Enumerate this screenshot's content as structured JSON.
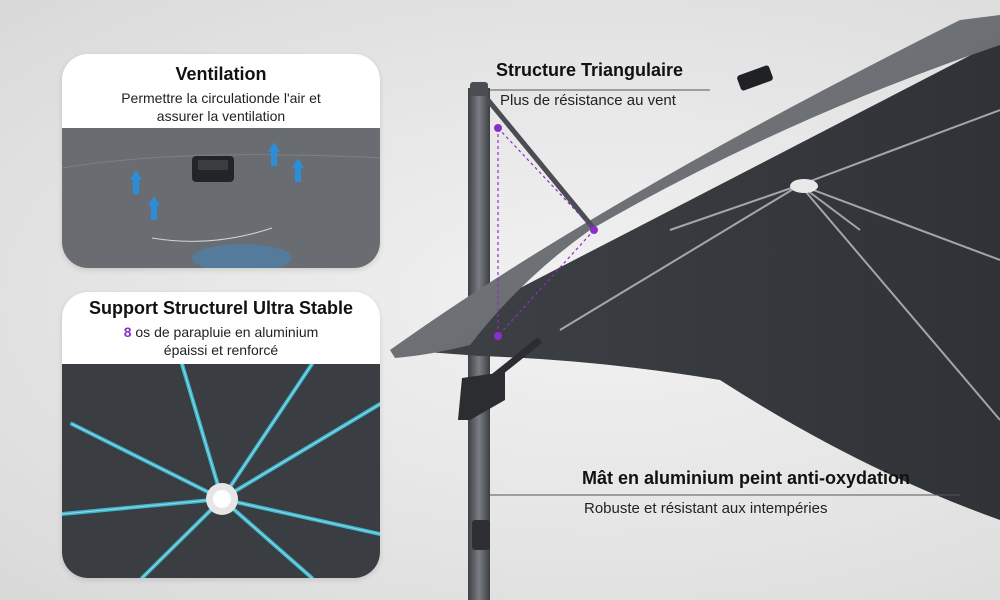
{
  "ventilation": {
    "title": "Ventilation",
    "desc_line1": "Permettre la circulationde l'air et",
    "desc_line2": "assurer la ventilation"
  },
  "support": {
    "title": "Support Structurel Ultra Stable",
    "number": "8",
    "desc_line1_rest": " os de parapluie en aluminium",
    "desc_line2": "épaissi et renforcé"
  },
  "structure": {
    "title": "Structure Triangulaire",
    "desc": "Plus de résistance au vent"
  },
  "mast": {
    "title": "Mât en aluminium peint anti-oxydation",
    "desc": "Robuste et résistant aux intempéries"
  },
  "colors": {
    "canopy": "#6b6e72",
    "pole": "#5c5f63",
    "accent_purple": "#8b2fc9",
    "airflow_blue": "#2a8fd8",
    "led_cyan": "#37c6e0"
  }
}
